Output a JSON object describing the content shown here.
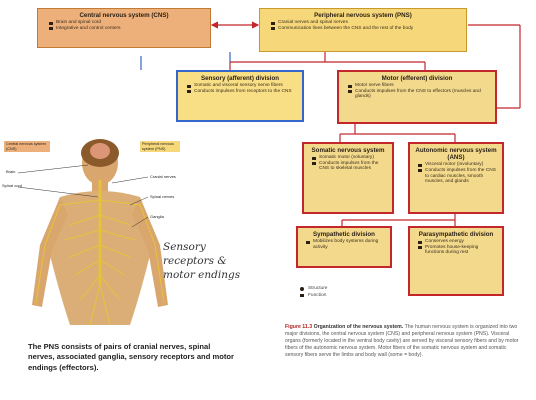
{
  "cns": {
    "title": "Central nervous system (CNS)",
    "items": [
      "Brain and spinal cord",
      "Integrative and control centers"
    ]
  },
  "pns": {
    "title": "Peripheral nervous system (PNS)",
    "items": [
      "Cranial nerves and spinal nerves",
      "Communication lines between the CNS and the rest of the body"
    ]
  },
  "sensory": {
    "title": "Sensory (afferent) division",
    "items": [
      "Somatic and visceral sensory nerve fibers",
      "Conducts impulses from receptors to the CNS"
    ]
  },
  "motor": {
    "title": "Motor (efferent) division",
    "items": [
      "Motor nerve fibers",
      "Conducts impulses from the CNS to effectors (muscles and glands)"
    ]
  },
  "somatic": {
    "title": "Somatic nervous system",
    "items": [
      "Somatic motor (voluntary)",
      "Conducts impulses from the CNS to skeletal muscles"
    ]
  },
  "autonomic": {
    "title": "Autonomic nervous system (ANS)",
    "items": [
      "Visceral motor (involuntary)",
      "Conducts impulses from the CNS to cardiac muscles, smooth muscles, and glands"
    ]
  },
  "sympathetic": {
    "title": "Sympathetic division",
    "items": [
      "Mobilizes body systems during activity"
    ]
  },
  "parasympathetic": {
    "title": "Parasympathetic division",
    "items": [
      "Conserves energy",
      "Promotes house-keeping functions during rest"
    ]
  },
  "legend": {
    "structure": "Structure",
    "function": "Function"
  },
  "figure": {
    "cns_tag": "Central nervous system (CNS)",
    "pns_tag": "Peripheral nervous system (PNS)",
    "labels_left": [
      "Brain",
      "Spinal cord"
    ],
    "labels_right": [
      "Cranial nerves",
      "Spinal nerves",
      "Ganglia"
    ]
  },
  "handwritten": "Sensory receptors & motor endings",
  "caption": {
    "label": "Figure 11.3",
    "title": "Organization of the nervous system.",
    "text": "The human nervous system is organized into two major divisions, the central nervous system (CNS) and peripheral nervous system (PNS). Visceral organs (formerly located in the ventral body cavity) are served by visceral sensory fibers and by motor fibers of the autonomic nervous system. Motor fibers of the somatic nervous system and somatic sensory fibers serve the limbs and body wall (some = body)."
  },
  "note": "The PNS consists of pairs of cranial nerves, spinal nerves, associated ganglia, sensory receptors and motor endings (effectors).",
  "colors": {
    "cns": "#eeb07a",
    "pns": "#f6d87a",
    "blue_border": "#3566c9",
    "red_border": "#c3262b",
    "arrow_red": "#c3262b"
  }
}
